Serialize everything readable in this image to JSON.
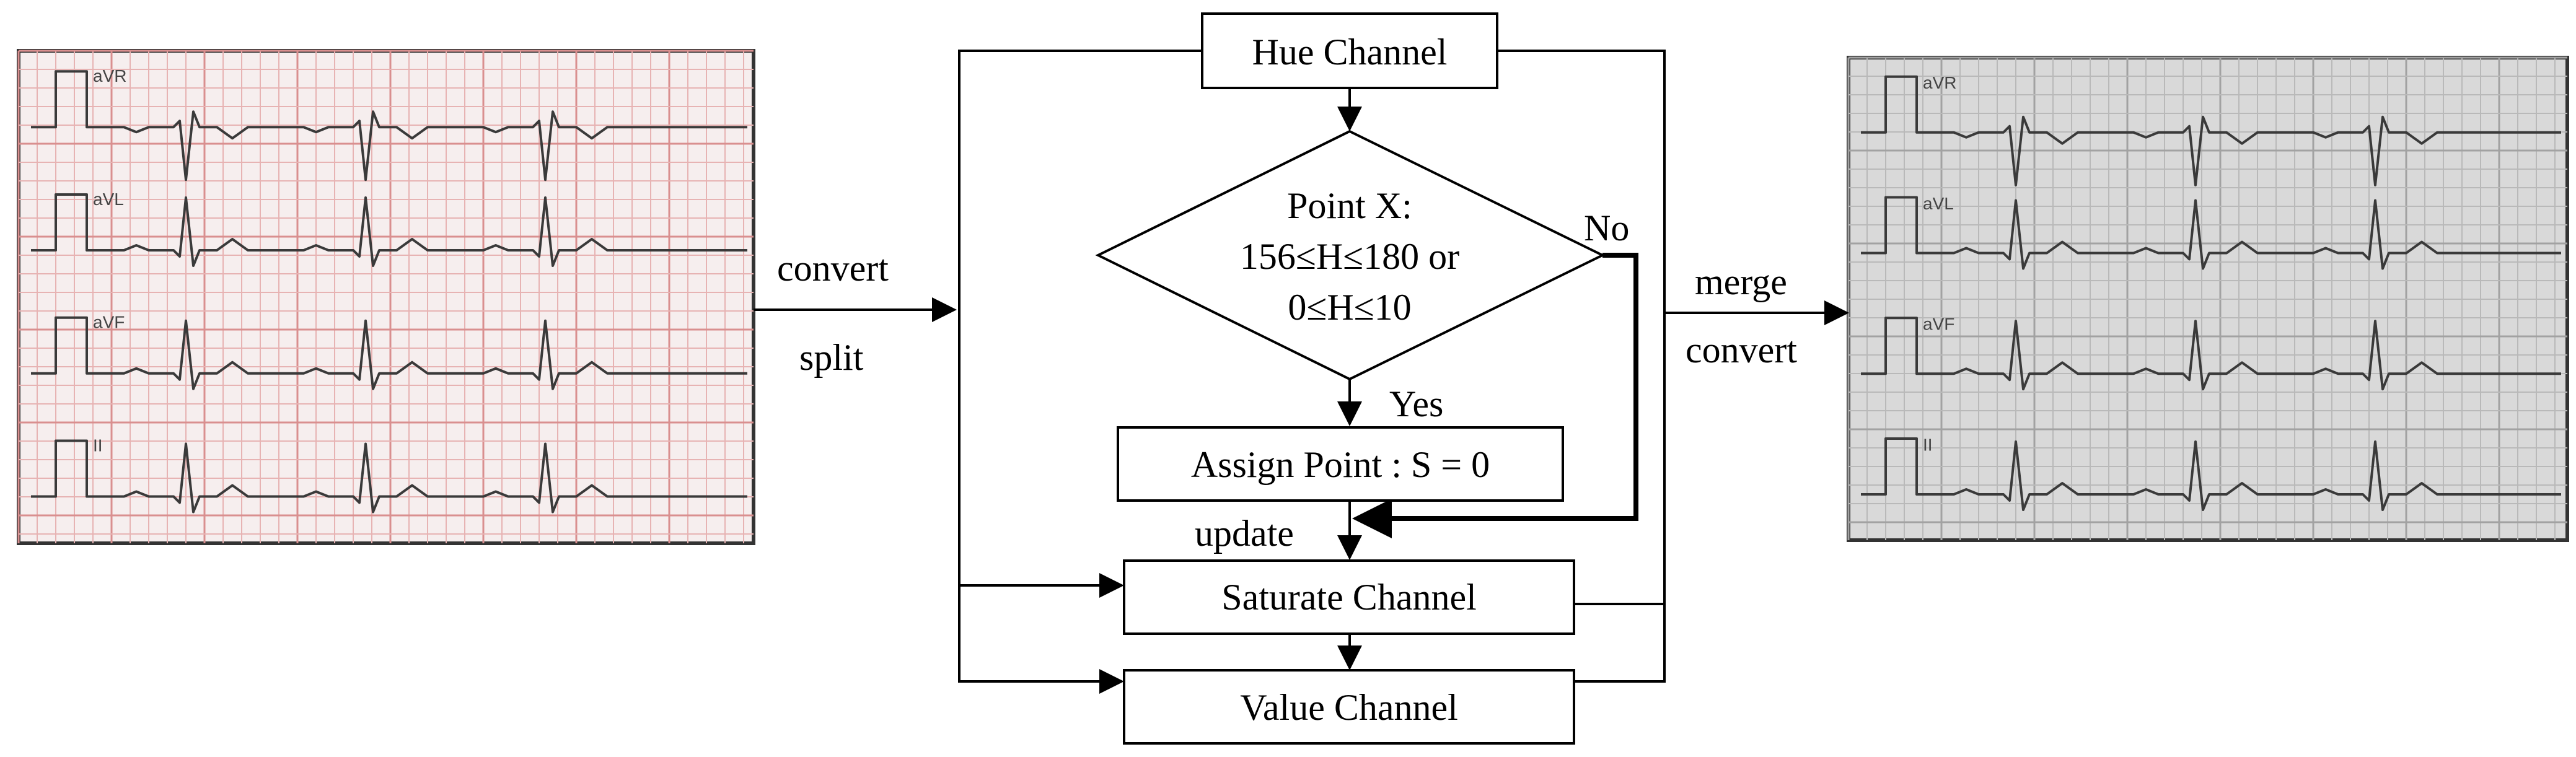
{
  "left_panel": {
    "leads": [
      "aVR",
      "aVL",
      "aVF",
      "II"
    ]
  },
  "right_panel": {
    "leads": [
      "aVR",
      "aVL",
      "aVF",
      "II"
    ]
  },
  "edges": {
    "convert": "convert",
    "split": "split",
    "merge": "merge",
    "convert_out": "convert",
    "no": "No",
    "yes": "Yes",
    "update": "update"
  },
  "boxes": {
    "hue": "Hue Channel",
    "decision_line1": "Point X:",
    "decision_line2": "156≤H≤180 or",
    "decision_line3": "0≤H≤10",
    "assign": "Assign Point : S = 0",
    "saturate": "Saturate Channel",
    "value": "Value Channel"
  },
  "colors": {
    "left_grid": "#e7b3b3",
    "left_paper": "#f6eeee",
    "right_paper": "#d9d9d9",
    "trace": "#3a3a3a"
  }
}
